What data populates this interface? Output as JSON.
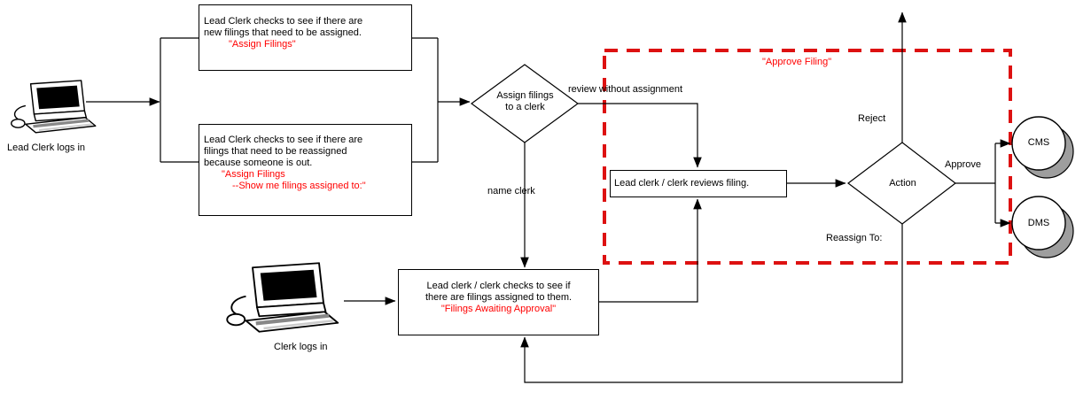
{
  "actors": {
    "lead_clerk_label": "Lead Clerk logs in",
    "clerk_label": "Clerk logs in"
  },
  "boxes": {
    "check_new": {
      "line1": "Lead Clerk checks to see if there are",
      "line2": "new filings that need to be assigned.",
      "red1": "\"Assign Filings\""
    },
    "check_reassigned": {
      "line1": "Lead Clerk checks to see if there are",
      "line2": "filings that need to be reassigned",
      "line3": "because someone is out.",
      "red1": "\"Assign Filings",
      "red2": "--Show me filings assigned to:\""
    },
    "reviews": {
      "text": "Lead clerk / clerk reviews filing."
    },
    "awaiting": {
      "line1": "Lead clerk / clerk checks to see if",
      "line2": "there are filings assigned to them.",
      "red1": "\"Filings Awaiting Approval\""
    }
  },
  "decisions": {
    "assign": {
      "line1": "Assign filings",
      "line2": "to a clerk"
    },
    "action": {
      "label": "Action"
    }
  },
  "edge_labels": {
    "review_without_assignment": "review without assignment",
    "name_clerk": "name clerk",
    "reject": "Reject",
    "approve": "Approve",
    "reassign_to": "Reassign To:"
  },
  "group": {
    "approve_filing_title": "\"Approve Filing\""
  },
  "datastores": {
    "cms": "CMS",
    "dms": "DMS"
  },
  "colors": {
    "red_text": "#ff0000",
    "dashed_border": "#dd1111",
    "line": "#000000",
    "shadow_gray": "#9e9e9e"
  }
}
